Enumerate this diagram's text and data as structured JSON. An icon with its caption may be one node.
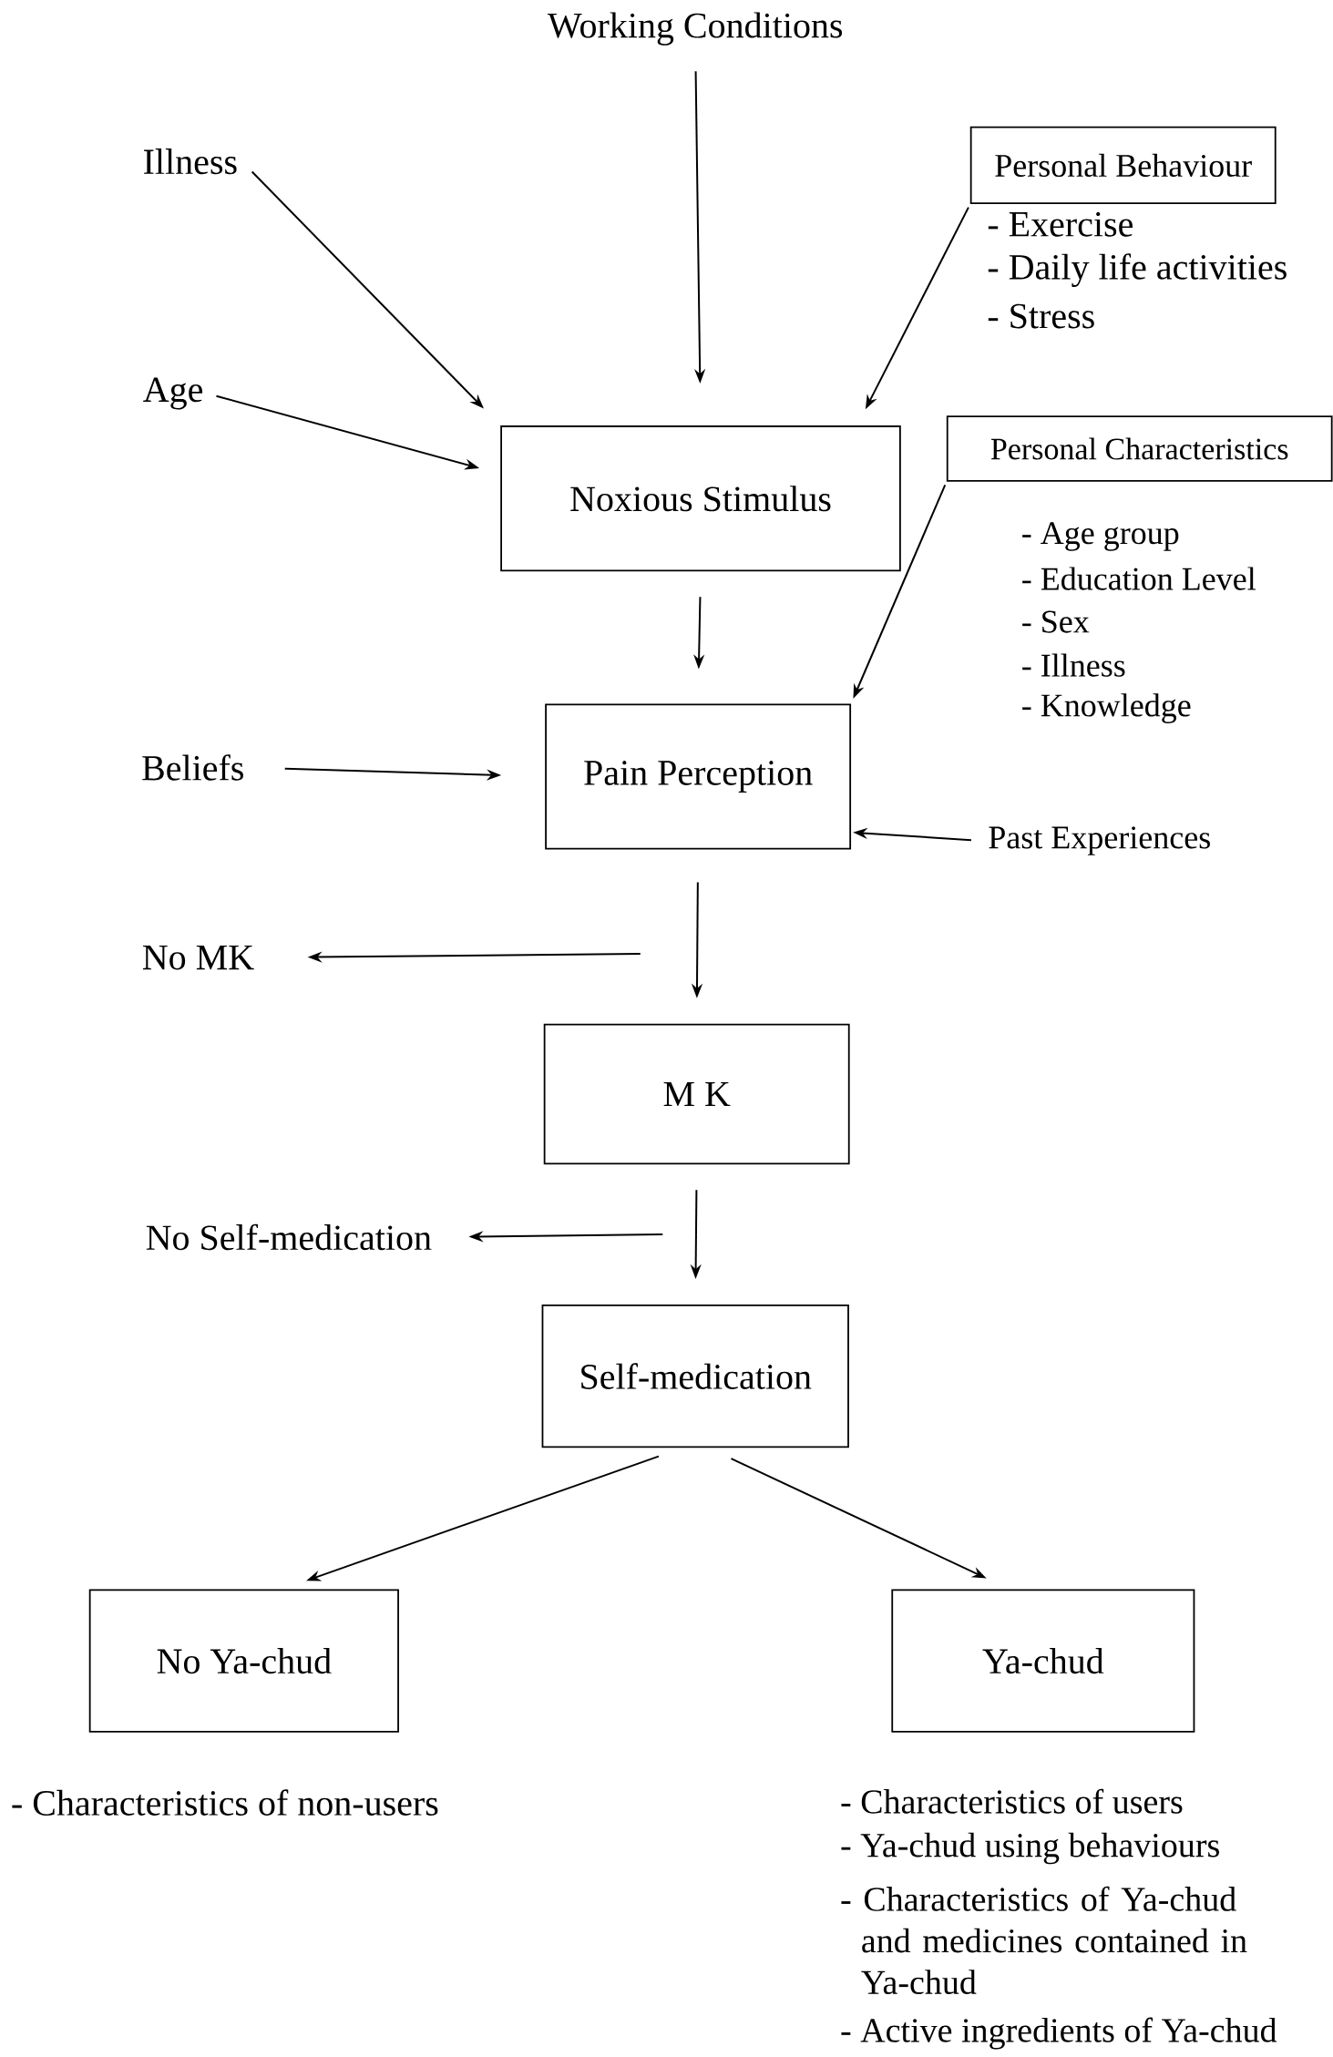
{
  "diagram": {
    "nodes": [
      {
        "text": [
          "Working Conditions"
        ]
      },
      {
        "text": [
          "Illness"
        ]
      },
      {
        "text": [
          "Personal Behaviour"
        ],
        "beside": [
          "- Exercise",
          "- Daily life activities",
          "- Stress"
        ]
      },
      {
        "text": [
          "Age"
        ]
      },
      {
        "text": [
          "Noxious Stimulus"
        ]
      },
      {
        "text": [
          "Personal Characteristics"
        ],
        "beside": [
          "- Age group",
          "- Education Level",
          "- Sex",
          "- Illness",
          "- Knowledge"
        ]
      },
      {
        "text": [
          "Beliefs"
        ]
      },
      {
        "text": [
          "Pain Perception"
        ]
      },
      {
        "text": [
          "Past Experiences"
        ]
      },
      {
        "text": [
          "No MK"
        ]
      },
      {
        "text": [
          "M K"
        ]
      },
      {
        "text": [
          "No Self-medication"
        ]
      },
      {
        "text": [
          "Self-medication"
        ]
      },
      {
        "text": [
          "No Ya-chud"
        ],
        "beside": [
          "- Characteristics of non-users"
        ]
      },
      {
        "text": [
          "Ya-chud"
        ],
        "beside": [
          "- Characteristics of users",
          "- Ya-chud using behaviours",
          "- Characteristics of Ya-chud and medicines contained in Ya-chud",
          "- Active ingredients of Ya-chud"
        ]
      }
    ],
    "edges": [
      {
        "from": 0,
        "to": 4,
        "arrow": "to"
      },
      {
        "from": 1,
        "to": 4,
        "arrow": "to"
      },
      {
        "from": 3,
        "to": 4,
        "arrow": "to"
      },
      {
        "from": 2,
        "to": 4,
        "arrow": "to"
      },
      {
        "from": 4,
        "to": 7,
        "arrow": "to"
      },
      {
        "from": 5,
        "to": 7,
        "arrow": "to"
      },
      {
        "from": 6,
        "to": 7,
        "arrow": "to"
      },
      {
        "from": 8,
        "to": 7,
        "arrow": "to"
      },
      {
        "from": 7,
        "to": 10,
        "arrow": "to"
      },
      {
        "from": null,
        "to": 9,
        "arrow": "to"
      },
      {
        "from": 10,
        "to": 12,
        "arrow": "to"
      },
      {
        "from": null,
        "to": 11,
        "arrow": "to"
      },
      {
        "from": 12,
        "to": 13,
        "arrow": "to"
      },
      {
        "from": 12,
        "to": 14,
        "arrow": "to"
      }
    ]
  }
}
